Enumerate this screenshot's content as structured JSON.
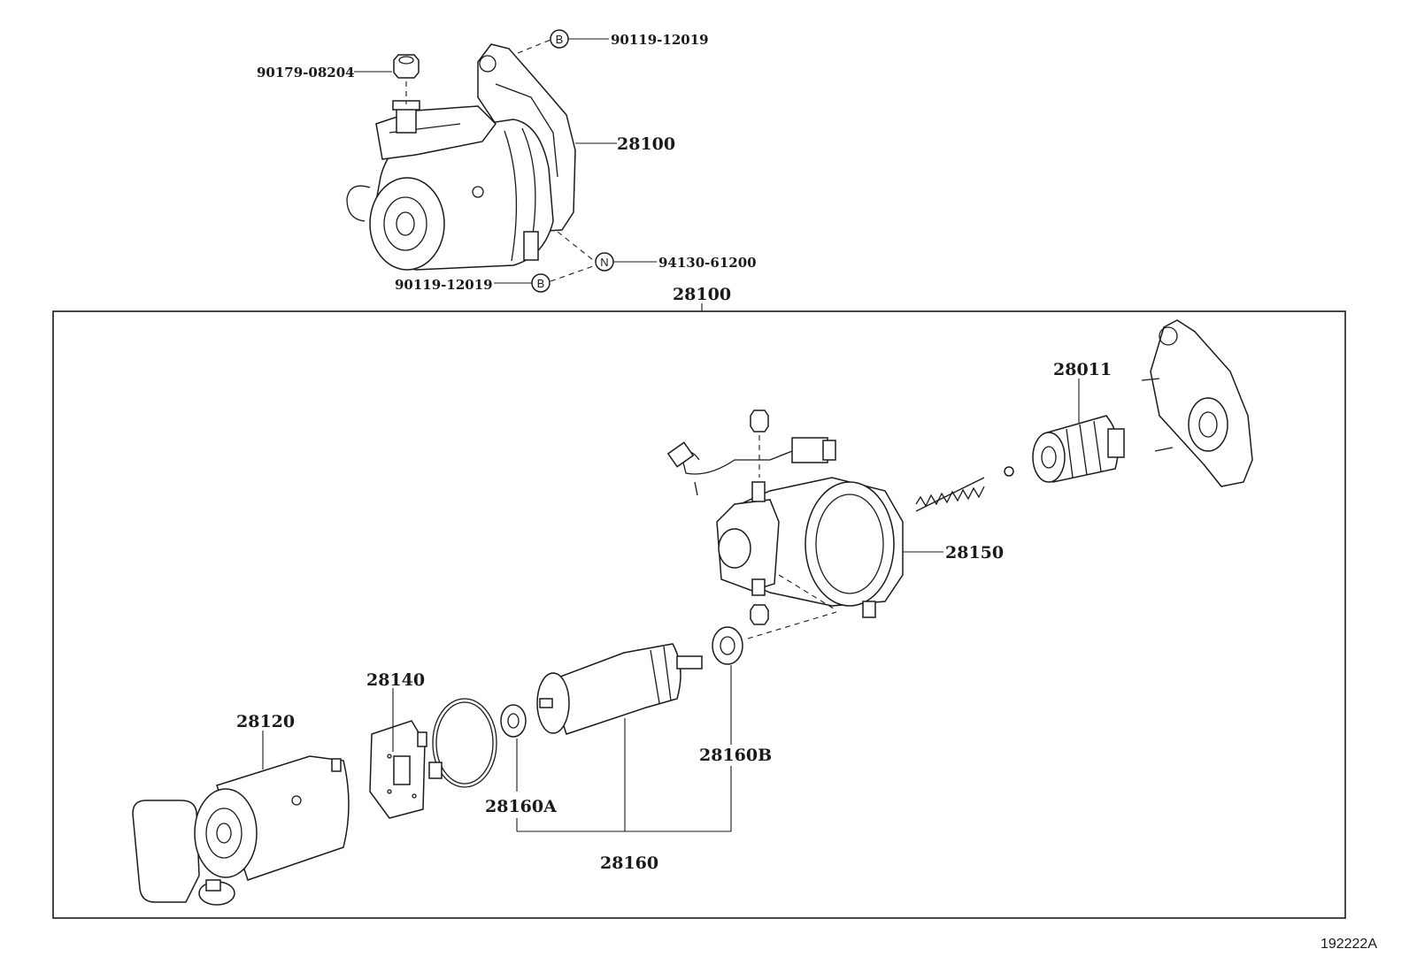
{
  "labels": {
    "nut_top": "90179-08204",
    "bolt_top": "90119-12019",
    "starter_assy": "28100",
    "bolt_bottom": "90119-12019",
    "nut_n": "94130-61200",
    "box_title": "28100",
    "clutch": "28011",
    "housing": "28150",
    "brush_holder": "28140",
    "yoke": "28120",
    "bearing_a": "28160A",
    "bearing_b": "28160B",
    "armature": "28160"
  },
  "symbols": {
    "b_top": "B",
    "b_bottom": "B",
    "n": "N"
  },
  "figure_ref": "192222A"
}
